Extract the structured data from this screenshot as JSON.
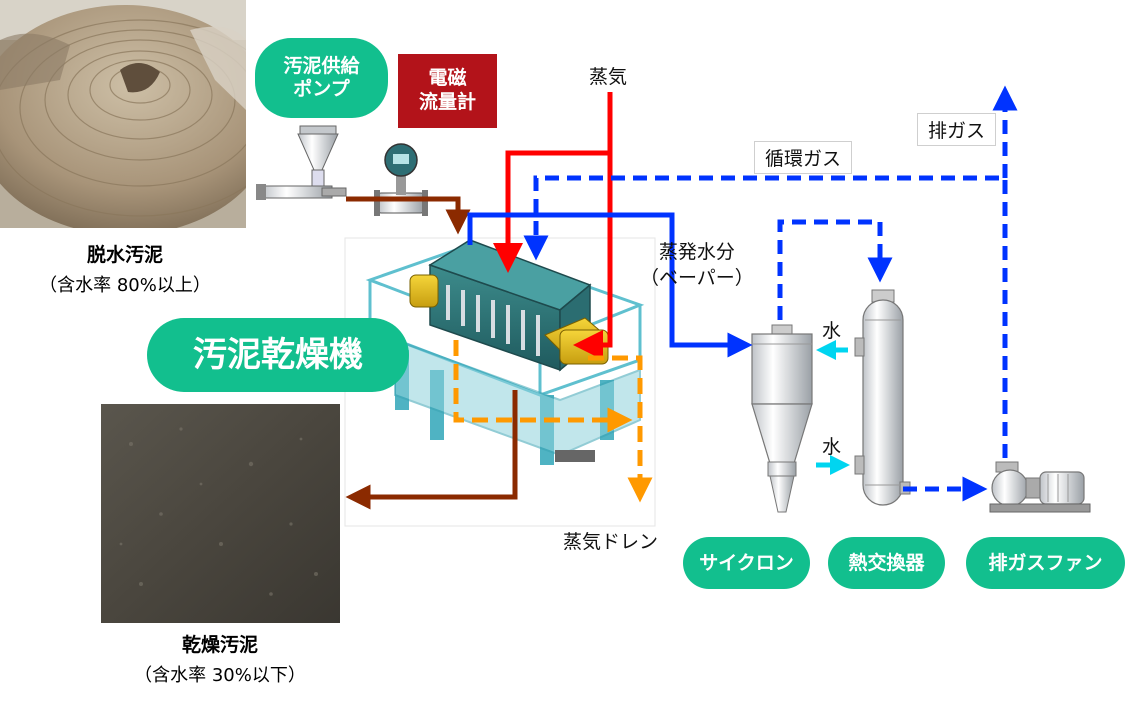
{
  "labels": {
    "pump_line1": "汚泥供給",
    "pump_line2": "ポンプ",
    "flowmeter_line1": "電磁",
    "flowmeter_line2": "流量計",
    "steam": "蒸気",
    "exhaust_gas": "排ガス",
    "recycle_gas": "循環ガス",
    "evap_line1": "蒸発水分",
    "evap_line2": "（ベーパー）",
    "water_top": "水",
    "water_bottom": "水",
    "steam_drain": "蒸気ドレン",
    "dryer": "汚泥乾燥機",
    "cyclone": "サイクロン",
    "heat_exchanger": "熱交換器",
    "exhaust_fan": "排ガスファン"
  },
  "photos": {
    "dewatered": {
      "title": "脱水汚泥",
      "subtitle": "（含水率 80%以上）"
    },
    "dried": {
      "title": "乾燥汚泥",
      "subtitle": "（含水率 30%以下）"
    }
  },
  "colors": {
    "steam": "#ff0000",
    "gas": "#0033ff",
    "sludge": "#8b2a00",
    "drain": "#ff9900",
    "water": "#00d5f0",
    "pill": "#12bf8e",
    "flowmeter_box": "#b3131a"
  },
  "icons": [
    "sludge-pump-icon",
    "flowmeter-icon",
    "dryer-machine-icon",
    "cyclone-icon",
    "heat-exchanger-icon",
    "exhaust-fan-icon"
  ]
}
